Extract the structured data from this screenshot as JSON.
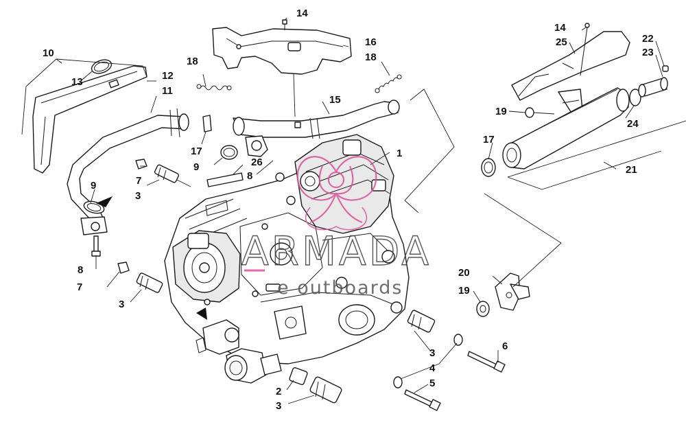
{
  "watermark": {
    "brand": "ARMADA",
    "tagline": "e outboards",
    "logo_color": "#d9519a"
  },
  "callouts": {
    "c1": "1",
    "c2": "2",
    "c3a": "3",
    "c3b": "3",
    "c3c": "3",
    "c3d": "3",
    "c4": "4",
    "c5": "5",
    "c6": "6",
    "c7a": "7",
    "c7b": "7",
    "c8a": "8",
    "c8b": "8",
    "c9a": "9",
    "c9b": "9",
    "c10": "10",
    "c11": "11",
    "c12": "12",
    "c13": "13",
    "c14a": "14",
    "c14b": "14",
    "c15": "15",
    "c16": "16",
    "c17a": "17",
    "c17b": "17",
    "c18a": "18",
    "c18b": "18",
    "c19a": "19",
    "c19b": "19",
    "c20": "20",
    "c21": "21",
    "c22": "22",
    "c23": "23",
    "c24": "24",
    "c25": "25",
    "c26": "26"
  }
}
